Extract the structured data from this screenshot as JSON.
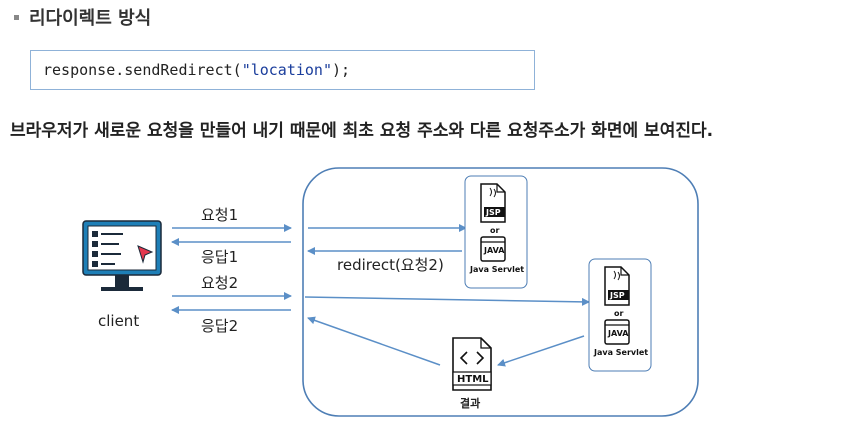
{
  "section": {
    "title": "리다이렉트 방식"
  },
  "code": {
    "prefix": "response.sendRedirect(",
    "string": "\"location\"",
    "suffix": ");"
  },
  "description": "브라우저가 새로운 요청을 만들어 내기 때문에 최초 요청 주소와 다른 요청주소가 화면에 보여진다.",
  "diagram": {
    "client_label": "client",
    "request1": "요청1",
    "response1": "응답1",
    "request2": "요청2",
    "response2": "응답2",
    "redirect_label": "redirect(요청2)",
    "server1": {
      "jsp": "JSP",
      "or": "or",
      "java": "JAVA",
      "servlet": "Java Servlet"
    },
    "server2": {
      "jsp": "JSP",
      "or": "or",
      "java": "JAVA",
      "servlet": "Java Servlet"
    },
    "html_icon_label": "HTML",
    "result_label": "결과",
    "colors": {
      "arrow": "#5b8fc7",
      "monitor": "#1e7fb7",
      "server_border": "#4e7eb5"
    }
  }
}
